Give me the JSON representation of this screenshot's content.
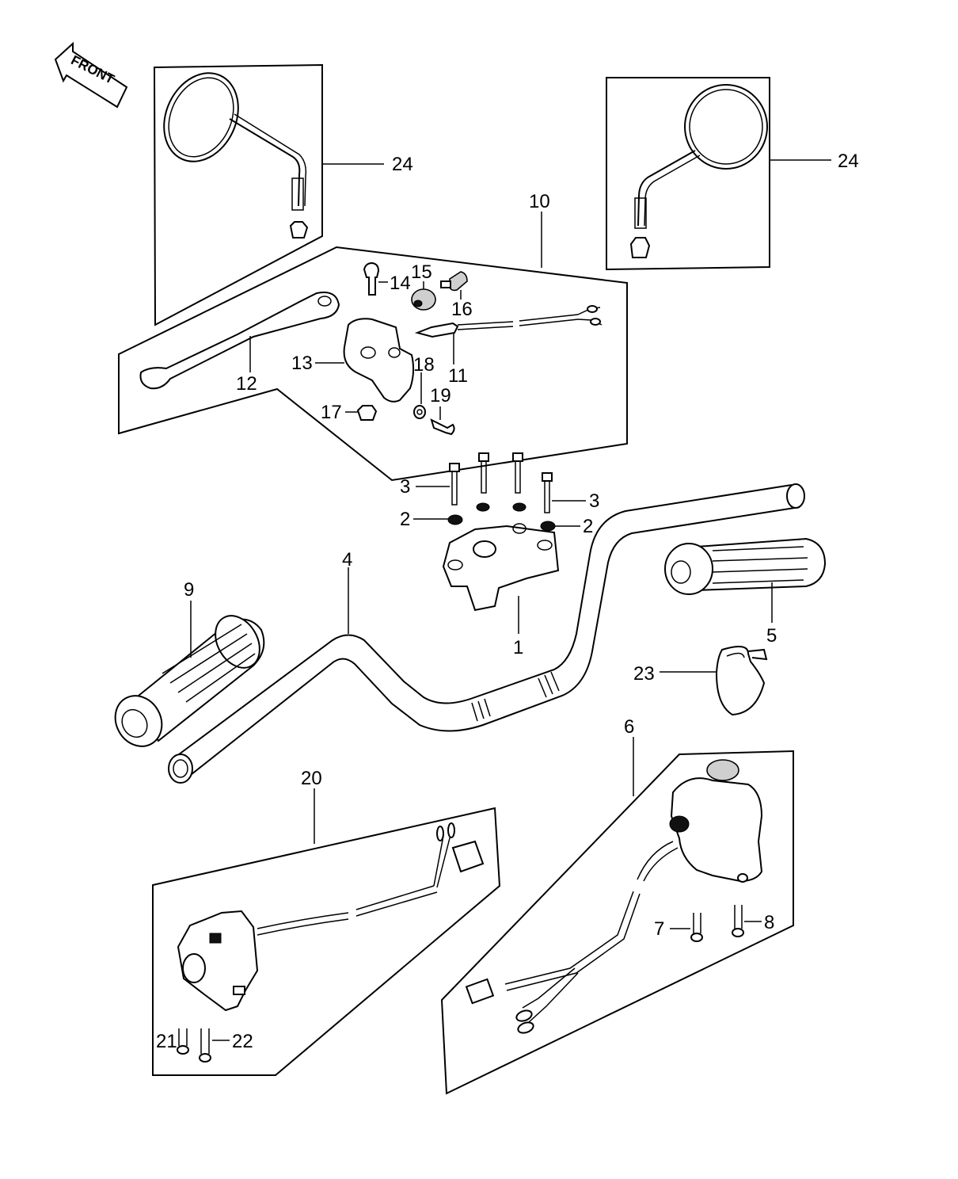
{
  "front_arrow": {
    "text": "FRONT"
  },
  "callouts": {
    "c1": "1",
    "c2a": "2",
    "c2b": "2",
    "c3a": "3",
    "c3b": "3",
    "c4": "4",
    "c5": "5",
    "c6": "6",
    "c7": "7",
    "c8": "8",
    "c9": "9",
    "c10": "10",
    "c11": "11",
    "c12": "12",
    "c13": "13",
    "c14": "14",
    "c15": "15",
    "c16": "16",
    "c17": "17",
    "c18": "18",
    "c19": "19",
    "c20": "20",
    "c21": "21",
    "c22": "22",
    "c23": "23",
    "c24a": "24",
    "c24b": "24"
  }
}
